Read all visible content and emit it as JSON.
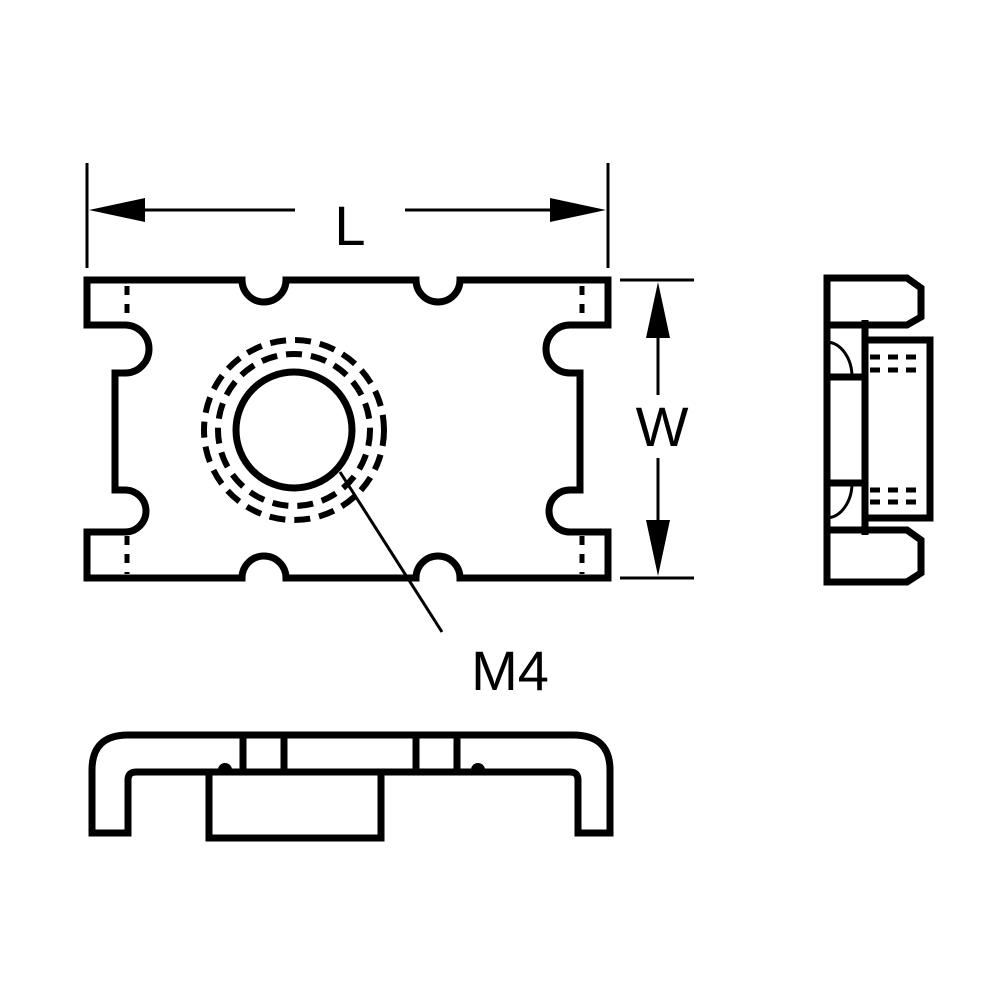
{
  "drawing": {
    "length_label": "L",
    "width_label": "W",
    "thread_label": "M4",
    "line_color": "#000000",
    "background": "#ffffff"
  }
}
